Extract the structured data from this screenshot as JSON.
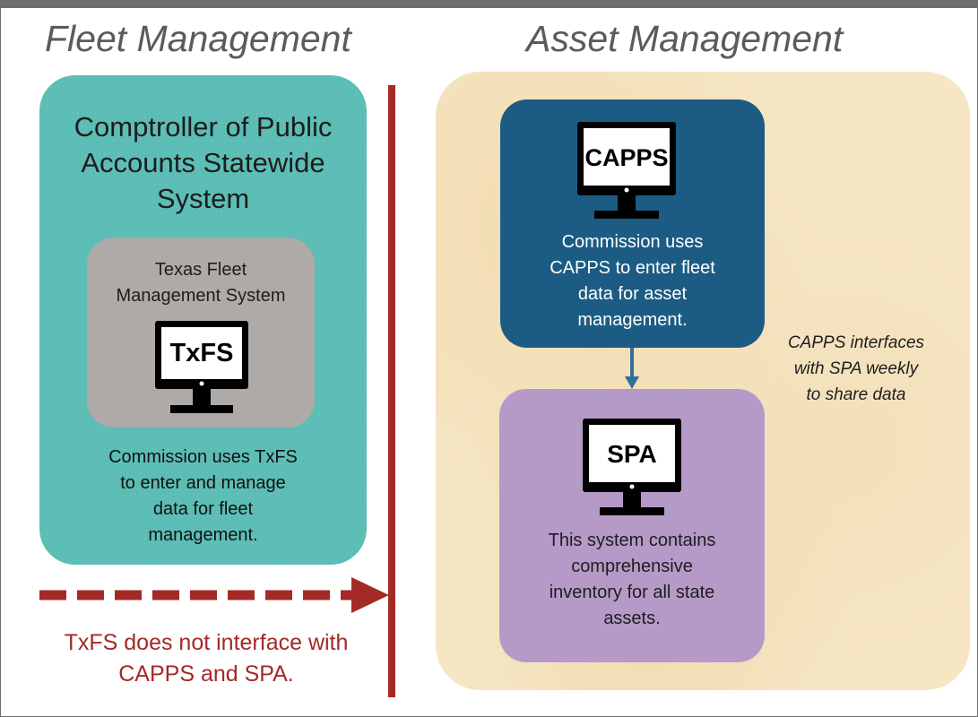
{
  "fleet": {
    "title": "Fleet Management",
    "panel_title_lines": [
      "Comptroller of Public",
      "Accounts Statewide",
      "System"
    ],
    "txfs_label_lines": [
      "Texas Fleet",
      "Management System"
    ],
    "txfs_screen": "TxFS",
    "note_lines": [
      "Commission uses TxFS",
      "to enter and manage",
      "data for fleet",
      "management."
    ],
    "bottom_note_lines": [
      "TxFS does not interface with",
      "CAPPS and SPA."
    ]
  },
  "asset": {
    "title": "Asset Management",
    "capps_screen": "CAPPS",
    "capps_note_lines": [
      "Commission uses",
      "CAPPS to enter fleet",
      "data for asset",
      "management."
    ],
    "spa_screen": "SPA",
    "spa_note_lines": [
      "This system contains",
      "comprehensive",
      "inventory for all state",
      "assets."
    ],
    "side_note_lines": [
      "CAPPS interfaces",
      "with SPA weekly",
      "to share data"
    ]
  },
  "colors": {
    "teal": "#5bbdb5",
    "gray": "#aeaaa7",
    "navy": "#1c5c84",
    "purple": "#b59ac8",
    "beige": "#f6e6c4",
    "red": "#a32a26"
  },
  "icons": [
    "monitor-icon",
    "dashed-arrow-icon",
    "down-arrow-icon"
  ]
}
